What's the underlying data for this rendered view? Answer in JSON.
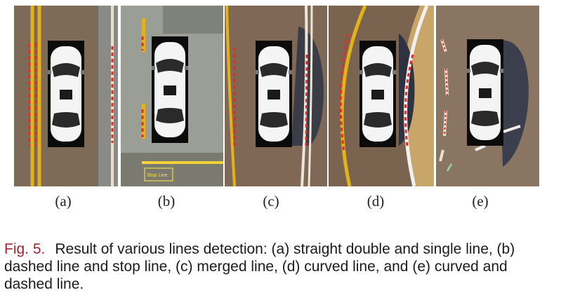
{
  "figure": {
    "panels": [
      {
        "label": "(a)"
      },
      {
        "label": "(b)",
        "sign_text": "Stop Line"
      },
      {
        "label": "(c)"
      },
      {
        "label": "(d)"
      },
      {
        "label": "(e)"
      }
    ],
    "caption": {
      "fig_number": "Fig. 5.",
      "text": "Result of various lines detection: (a) straight double and single line, (b) dashed line and stop line, (c) merged line, (d) curved line, and (e) curved and dashed line."
    }
  }
}
